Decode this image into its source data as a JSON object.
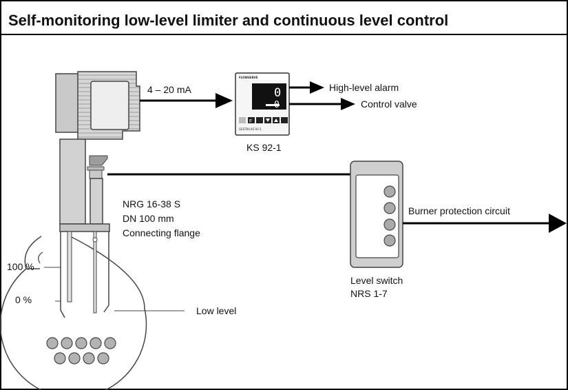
{
  "title": "Self-monitoring low-level limiter and continuous level control",
  "signal": "4 – 20 mA",
  "controller": {
    "name": "KS 92-1",
    "outputs": [
      "High-level alarm",
      "Control valve"
    ],
    "display_top": "0",
    "display_bottom": "0",
    "brand": "FLOWSERVE",
    "model_small": "GESTRA KS 92-1",
    "key_f": "F"
  },
  "probe": {
    "line1": "NRG 16-38 S",
    "line2": "DN 100 mm",
    "line3": "Connecting flange"
  },
  "vessel": {
    "level_high": "100 %",
    "level_low": "0 %",
    "low_level_label": "Low level"
  },
  "switch": {
    "output": "Burner protection circuit",
    "name_line1": "Level switch",
    "name_line2": "NRS 1-7"
  }
}
